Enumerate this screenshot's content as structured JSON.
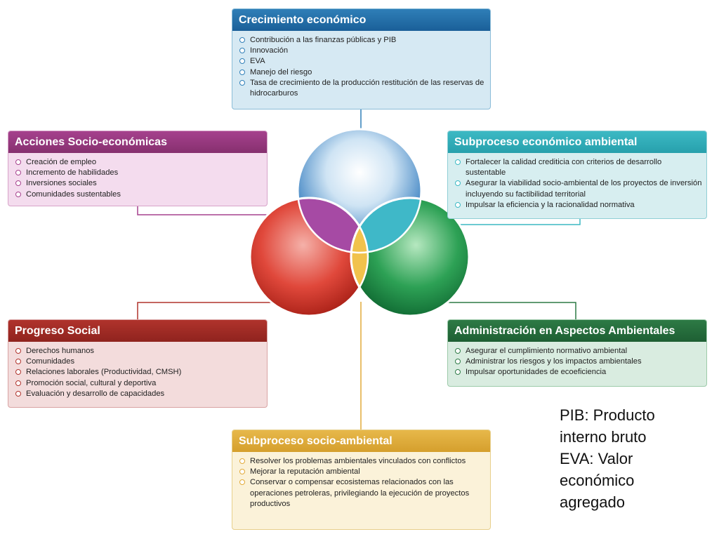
{
  "crecimiento": {
    "title": "Crecimiento económico",
    "items": [
      "Contribución a las finanzas públicas y PIB",
      "Innovación",
      "EVA",
      "Manejo del riesgo",
      "Tasa de crecimiento de la producción restitución de las reservas de hidrocarburos"
    ]
  },
  "acciones": {
    "title": "Acciones Socio-económicas",
    "items": [
      "Creación de empleo",
      "Incremento de habilidades",
      "Inversiones sociales",
      "Comunidades sustentables"
    ]
  },
  "subproceso_economico": {
    "title": "Subproceso económico ambiental",
    "items": [
      "Fortalecer la calidad crediticia con criterios de desarrollo sustentable",
      "Asegurar la viabilidad socio-ambiental de los proyectos de inversión incluyendo su factibilidad territorial",
      "Impulsar la eficiencia y la racionalidad normativa"
    ]
  },
  "progreso": {
    "title": "Progreso Social",
    "items": [
      "Derechos humanos",
      "Comunidades",
      "Relaciones laborales (Productividad, CMSH)",
      "Promoción social, cultural y deportiva",
      "Evaluación y desarrollo de capacidades"
    ]
  },
  "administracion": {
    "title": "Administración en Aspectos Ambientales",
    "items": [
      "Asegurar el cumplimiento normativo ambiental",
      "Administrar los riesgos y los impactos ambientales",
      "Impulsar oportunidades de ecoeficiencia"
    ]
  },
  "subproceso_social": {
    "title": "Subproceso socio-ambiental",
    "items": [
      "Resolver los problemas ambientales vinculados con conflictos",
      "Mejorar la reputación ambiental",
      "Conservar o compensar ecosistemas relacionados con las operaciones petroleras, privilegiando la ejecución de proyectos productivos"
    ]
  },
  "note": {
    "line1": "PIB: Producto",
    "line2": "interno bruto",
    "line3": "EVA: Valor",
    "line4": "económico",
    "line5": "agregado"
  },
  "colors": {
    "blue": "#2f7fb8",
    "purple": "#a6418d",
    "teal": "#3cb9c4",
    "red": "#b0332c",
    "green": "#2d7a45",
    "yellow": "#e7b84a"
  }
}
